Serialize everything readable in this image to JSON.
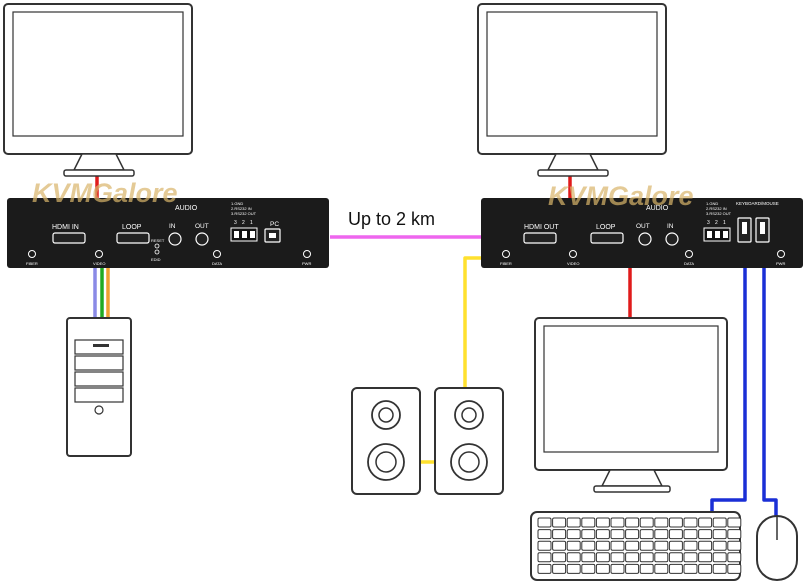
{
  "colors": {
    "background": "#ffffff",
    "device_body": "#1b1b1b",
    "outline": "#333333",
    "hdmi_cable": "#8a8ae6",
    "usb_cable_green": "#22aa22",
    "usb_cable_orange": "#f0a030",
    "audio_cable_yellow": "#ffe12e",
    "link_cable": "#ee66ee",
    "red_cable": "#e01b1b",
    "blue_cable": "#1a2fd6",
    "watermark": "#d9b56a"
  },
  "link_label": "Up to 2 km",
  "transmitter": {
    "watermark": "KVMGalore",
    "ports": {
      "hdmi_in": "HDMI IN",
      "loop": "LOOP",
      "audio": "AUDIO",
      "in": "IN",
      "out": "OUT",
      "pc": "PC",
      "reset": "RESET",
      "edid": "EDID",
      "rs232": [
        "1.GND",
        "2.RS232 IN",
        "3.RS232 OUT"
      ],
      "pins": [
        "3",
        "2",
        "1"
      ]
    },
    "leds": [
      "FIBER",
      "VIDEO",
      "DATA",
      "PWR"
    ]
  },
  "receiver": {
    "watermark": "KVMGalore",
    "ports": {
      "hdmi_out": "HDMI OUT",
      "loop": "LOOP",
      "audio": "AUDIO",
      "out": "OUT",
      "in": "IN",
      "keyboard_mouse": "KEYBOARD/MOUSE",
      "rs232": [
        "1.GND",
        "2.RS232 IN",
        "3.RS232 OUT"
      ],
      "pins": [
        "3",
        "2",
        "1"
      ]
    },
    "leds": [
      "FIBER",
      "VIDEO",
      "DATA",
      "PWR"
    ]
  }
}
